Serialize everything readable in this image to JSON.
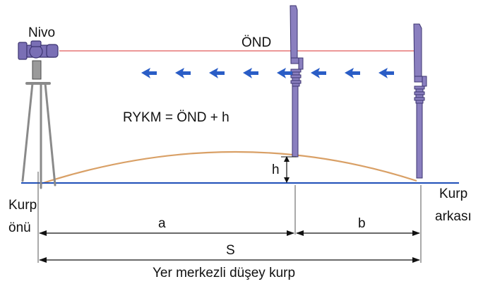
{
  "labels": {
    "nivo": "Nivo",
    "ond": "ÖND",
    "formula": "RYKM = ÖND + h",
    "h": "h",
    "a": "a",
    "b": "b",
    "s": "S",
    "kurp_onu_1": "Kurp",
    "kurp_onu_2": "önü",
    "kurp_arkasi_1": "Kurp",
    "kurp_arkasi_2": "arkası",
    "caption": "Yer merkezli düşey kurp"
  },
  "colors": {
    "sight_line": "#e05a5a",
    "ground_line": "#1f4fb8",
    "arrows": "#2a5dc6",
    "curve": "#d9a066",
    "rod_fill": "#8a7fbf",
    "rod_stroke": "#3c3470",
    "tripod": "#8a8a8a",
    "instrument": "#7a6fb5"
  },
  "icons": [
    "level-instrument-icon",
    "tripod-icon",
    "leveling-rod-icon",
    "arrow-left-icon"
  ]
}
